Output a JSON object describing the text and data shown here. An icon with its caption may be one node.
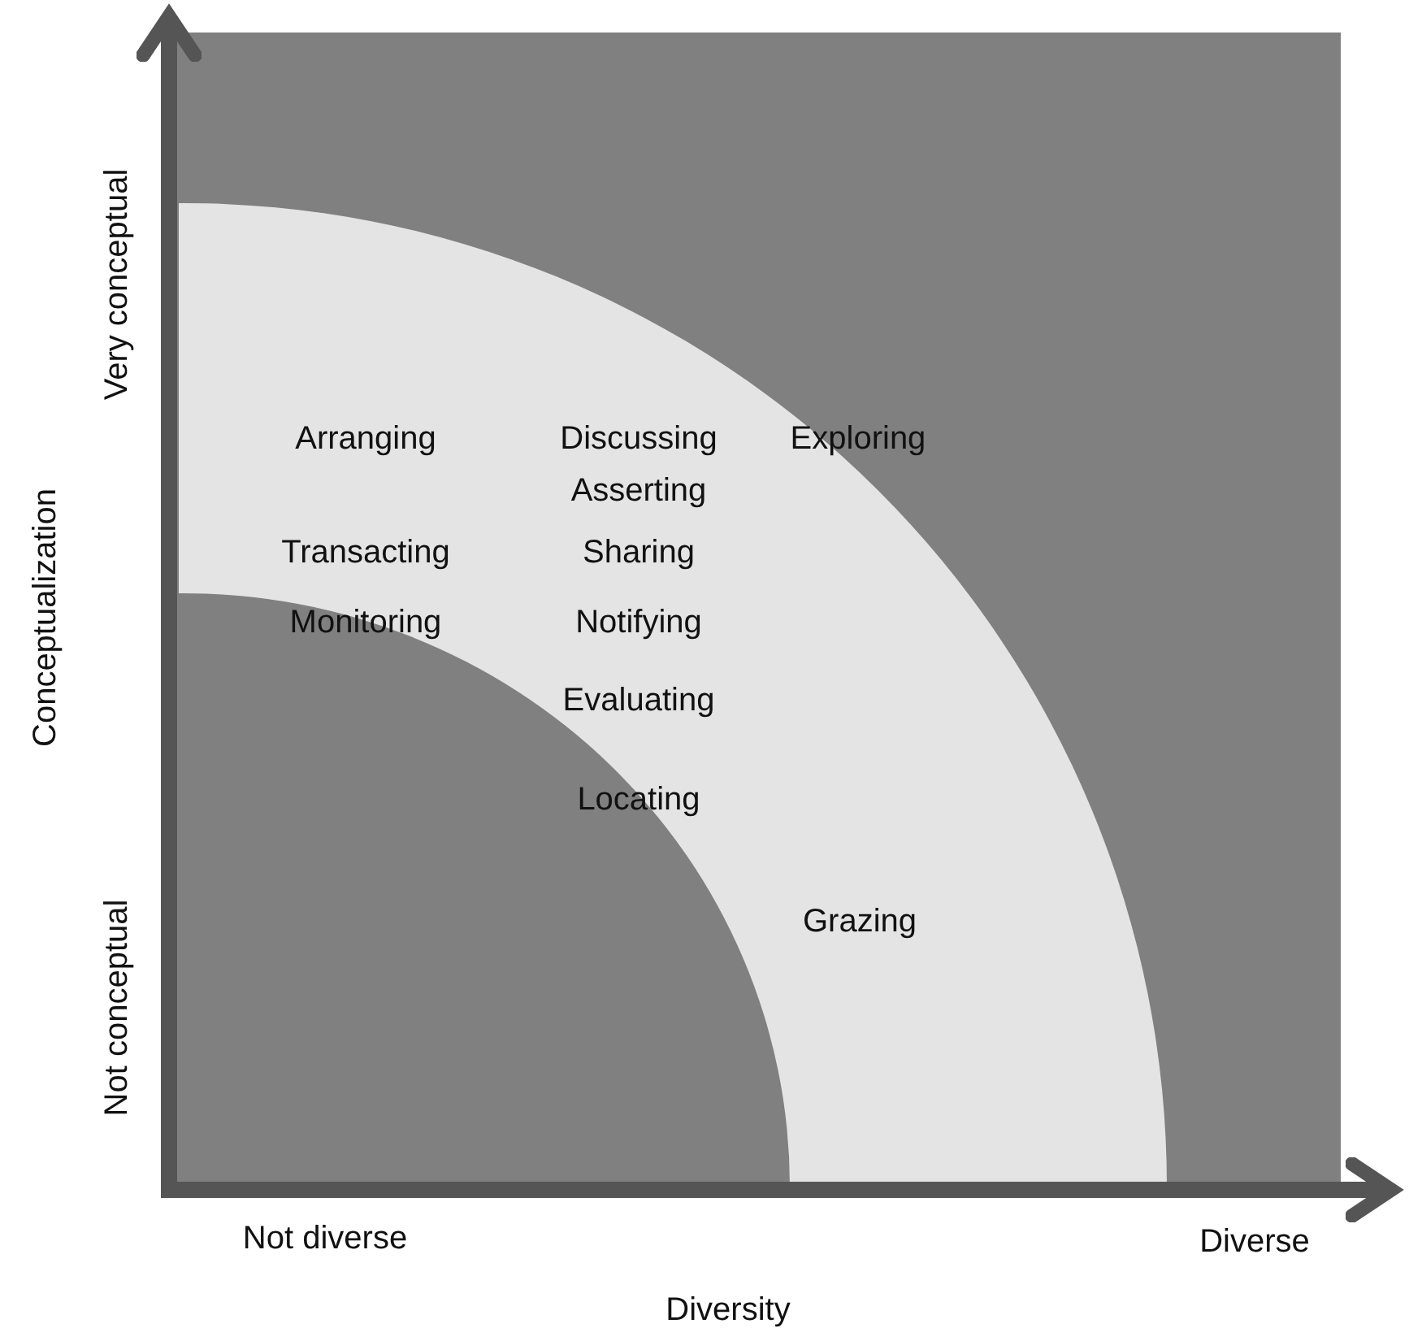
{
  "diagram": {
    "labels": [
      "Very conceptual",
      "Arranging",
      "Discussing",
      "Exploring",
      "Asserting",
      "Transacting",
      "Sharing",
      "Monitoring",
      "Notifying",
      "Conceptualization",
      "Evaluating",
      "Locating",
      "Grazing",
      "Not conceptual",
      "Not diverse",
      "Diverse",
      "Diversity"
    ]
  }
}
